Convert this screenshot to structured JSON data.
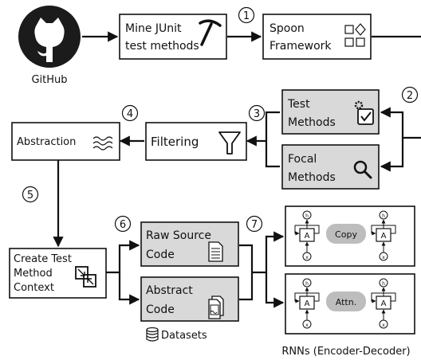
{
  "nodes": {
    "github": {
      "label": "GitHub"
    },
    "mine": {
      "line1": "Mine JUnit",
      "line2": "test methods"
    },
    "spoon": {
      "line1": "Spoon",
      "line2": "Framework"
    },
    "test_methods": {
      "line1": "Test",
      "line2": "Methods"
    },
    "focal_methods": {
      "line1": "Focal",
      "line2": "Methods"
    },
    "filtering": {
      "label": "Filtering"
    },
    "abstraction": {
      "label": "Abstraction"
    },
    "context": {
      "line1": "Create Test",
      "line2": "Method",
      "line3": "Context"
    },
    "raw_source": {
      "line1": "Raw Source",
      "line2": "Code"
    },
    "abstract_code": {
      "line1": "Abstract",
      "line2": "Code"
    },
    "datasets": {
      "label": "Datasets"
    },
    "rnn_copy": {
      "mechanism": "Copy",
      "cell": "A",
      "h_label": "h",
      "x_label": "x",
      "sub": "t"
    },
    "rnn_attn": {
      "mechanism": "Attn.",
      "cell": "A",
      "h_label": "h",
      "x_label": "x",
      "sub": "t"
    },
    "rnn_caption": {
      "label": "RNNs (Encoder-Decoder)"
    }
  },
  "steps": [
    "1",
    "2",
    "3",
    "4",
    "5",
    "6",
    "7"
  ],
  "colors": {
    "gray_box": "#d9d9d9",
    "stroke": "#111111"
  },
  "icons": {
    "mine": "pickaxe-icon",
    "spoon": "shapes-icon",
    "test_methods": "gear-checkbox-icon",
    "focal_methods": "magnifier-icon",
    "filtering": "funnel-icon",
    "abstraction": "waves-icon",
    "context": "merge-arrows-icon",
    "raw_source": "document-icon",
    "abstract_code": "image-document-icon",
    "datasets": "database-icon",
    "github": "github-octocat-icon"
  }
}
